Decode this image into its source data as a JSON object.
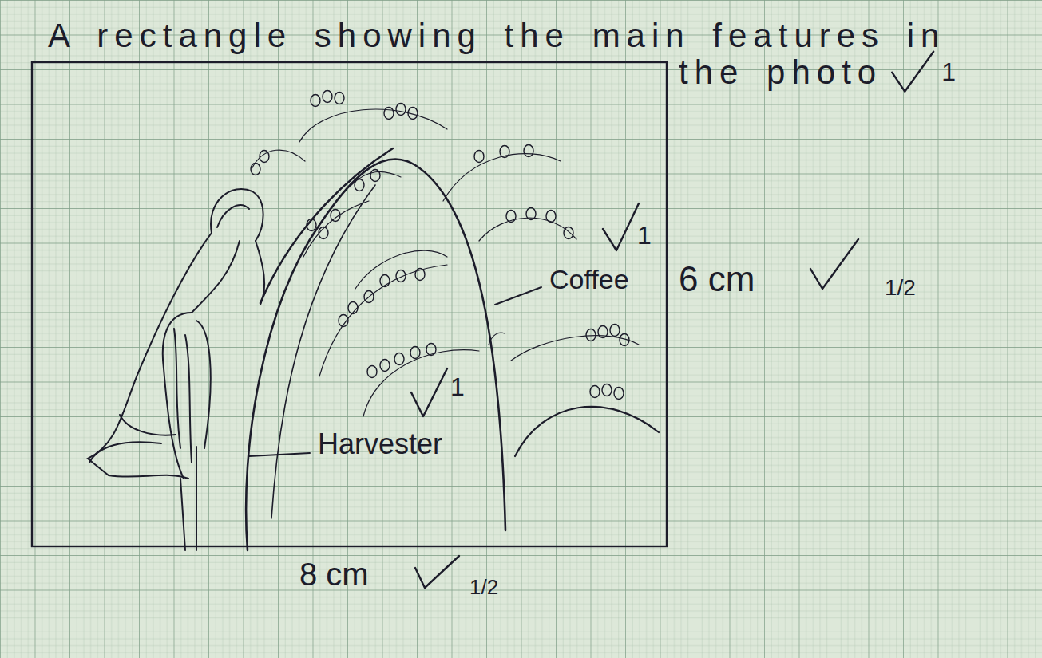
{
  "diagram": {
    "title": "A rectangle showing the main features in the photo",
    "labels": [
      "1",
      "Coffee",
      "1",
      "6 cm",
      "1/2",
      "Harvester",
      "1",
      "8 cm",
      "1/2"
    ]
  }
}
